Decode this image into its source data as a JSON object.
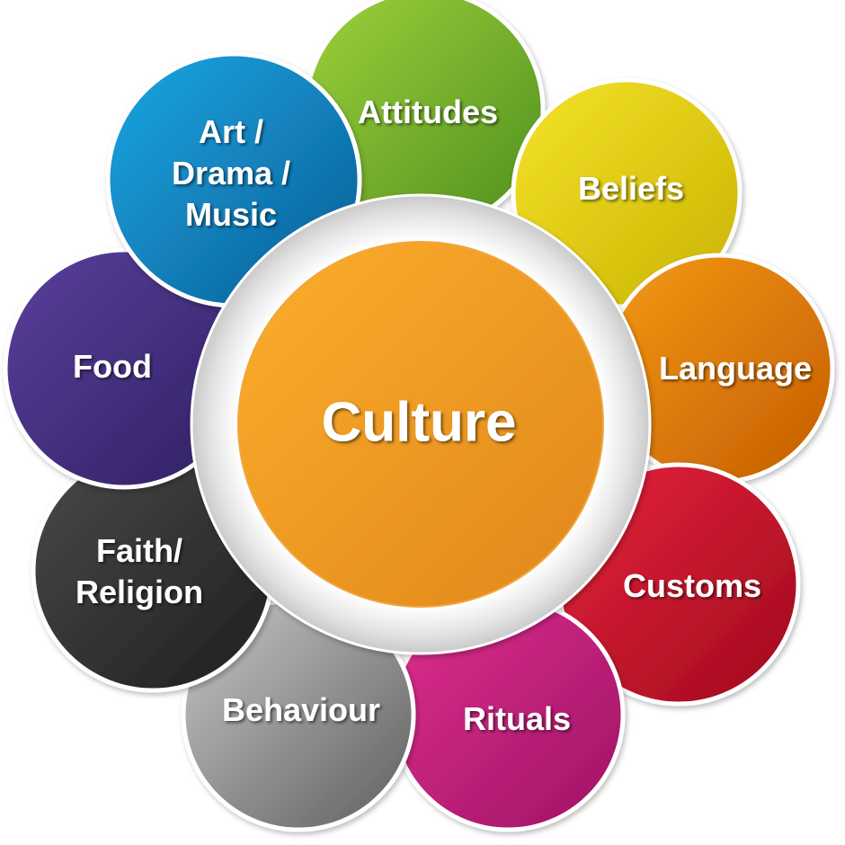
{
  "center": {
    "label": "Culture",
    "color_light": "#fcae2c",
    "color_dark": "#e0861a"
  },
  "petals": [
    {
      "id": "attitudes",
      "lines": [
        "Attitudes"
      ],
      "color_light": "#9fd13b",
      "color_dark": "#4e8f1e"
    },
    {
      "id": "beliefs",
      "lines": [
        "Beliefs"
      ],
      "color_light": "#f5e32a",
      "color_dark": "#c9b300"
    },
    {
      "id": "language",
      "lines": [
        "Language"
      ],
      "color_light": "#f59a16",
      "color_dark": "#c45c00"
    },
    {
      "id": "customs",
      "lines": [
        "Customs"
      ],
      "color_light": "#e8233b",
      "color_dark": "#9e0a1e"
    },
    {
      "id": "rituals",
      "lines": [
        "Rituals"
      ],
      "color_light": "#df2f8f",
      "color_dark": "#9e1364"
    },
    {
      "id": "behaviour",
      "lines": [
        "Behaviour"
      ],
      "color_light": "#c8c8c8",
      "color_dark": "#5e5e5e"
    },
    {
      "id": "faith-religion",
      "lines": [
        "Faith/",
        "Religion"
      ],
      "color_light": "#4a4a4a",
      "color_dark": "#1e1e1e"
    },
    {
      "id": "food",
      "lines": [
        "Food"
      ],
      "color_light": "#5a3f9c",
      "color_dark": "#302062"
    },
    {
      "id": "art-drama-music",
      "lines": [
        "Art /",
        "Drama /",
        "Music"
      ],
      "color_light": "#1aa7e4",
      "color_dark": "#0b5c94"
    }
  ]
}
